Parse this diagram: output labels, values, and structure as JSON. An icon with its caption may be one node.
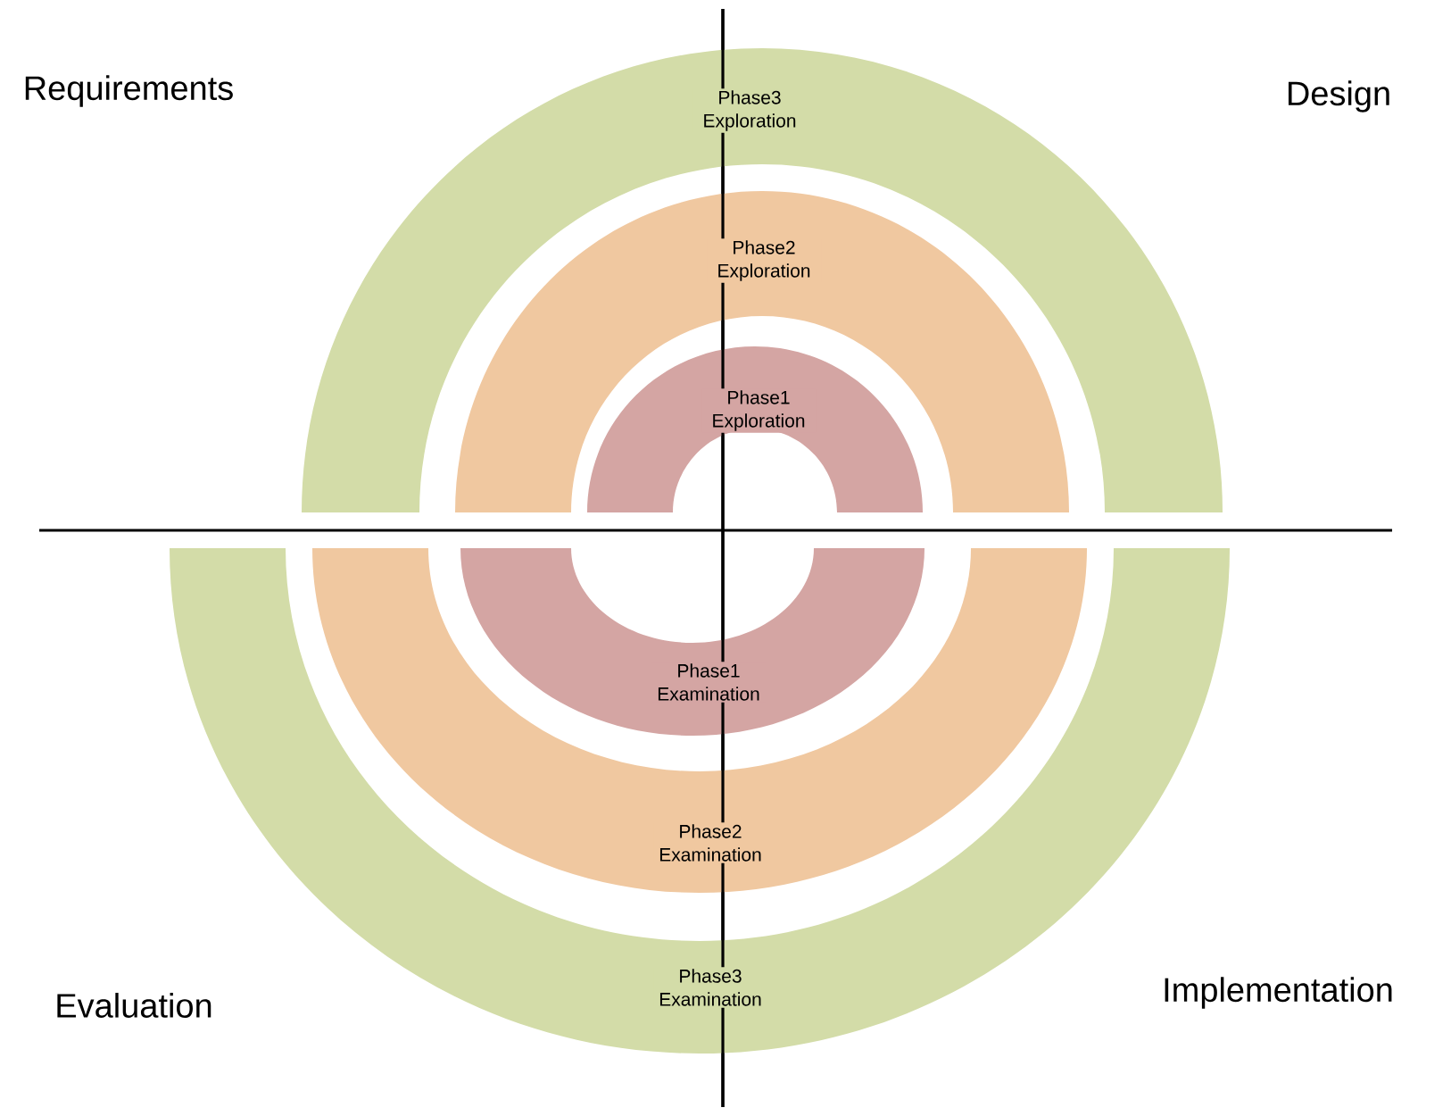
{
  "diagram": {
    "nodes": [
      {
        "text": [
          "Phase3 Exploration"
        ]
      },
      {
        "text": [
          "Phase2 Exploration"
        ]
      },
      {
        "text": [
          "Phase1 Exploration"
        ]
      },
      {
        "text": [
          "Phase1 Examination"
        ]
      },
      {
        "text": [
          "Phase2 Examination"
        ]
      },
      {
        "text": [
          "Phase3 Examination"
        ]
      }
    ],
    "labels": [
      "Requirements",
      "Design",
      "Evaluation",
      "Implementation"
    ]
  }
}
